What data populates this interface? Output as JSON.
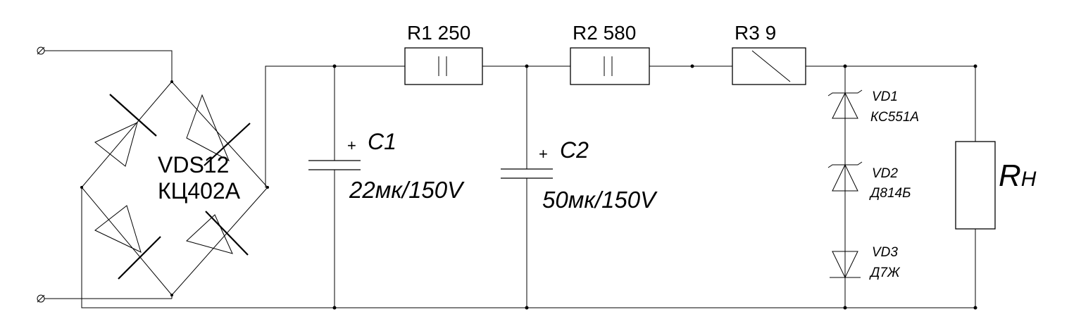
{
  "schematic": {
    "bridge": {
      "name": "VDS12",
      "type": "КЦ402А"
    },
    "resistors": [
      {
        "label": "R1 250"
      },
      {
        "label": "R2 580"
      },
      {
        "label": "R3 9"
      }
    ],
    "capacitors": [
      {
        "plus": "+",
        "name": "C1",
        "value": "22мк/150V"
      },
      {
        "plus": "+",
        "name": "C2",
        "value": "50мк/150V"
      }
    ],
    "zeners": [
      {
        "name": "VD1",
        "type": "КС551А"
      },
      {
        "name": "VD2",
        "type": "Д814Б"
      },
      {
        "name": "VD3",
        "type": "Д7Ж"
      }
    ],
    "load": {
      "letter": "R",
      "subscript": "Н"
    }
  }
}
